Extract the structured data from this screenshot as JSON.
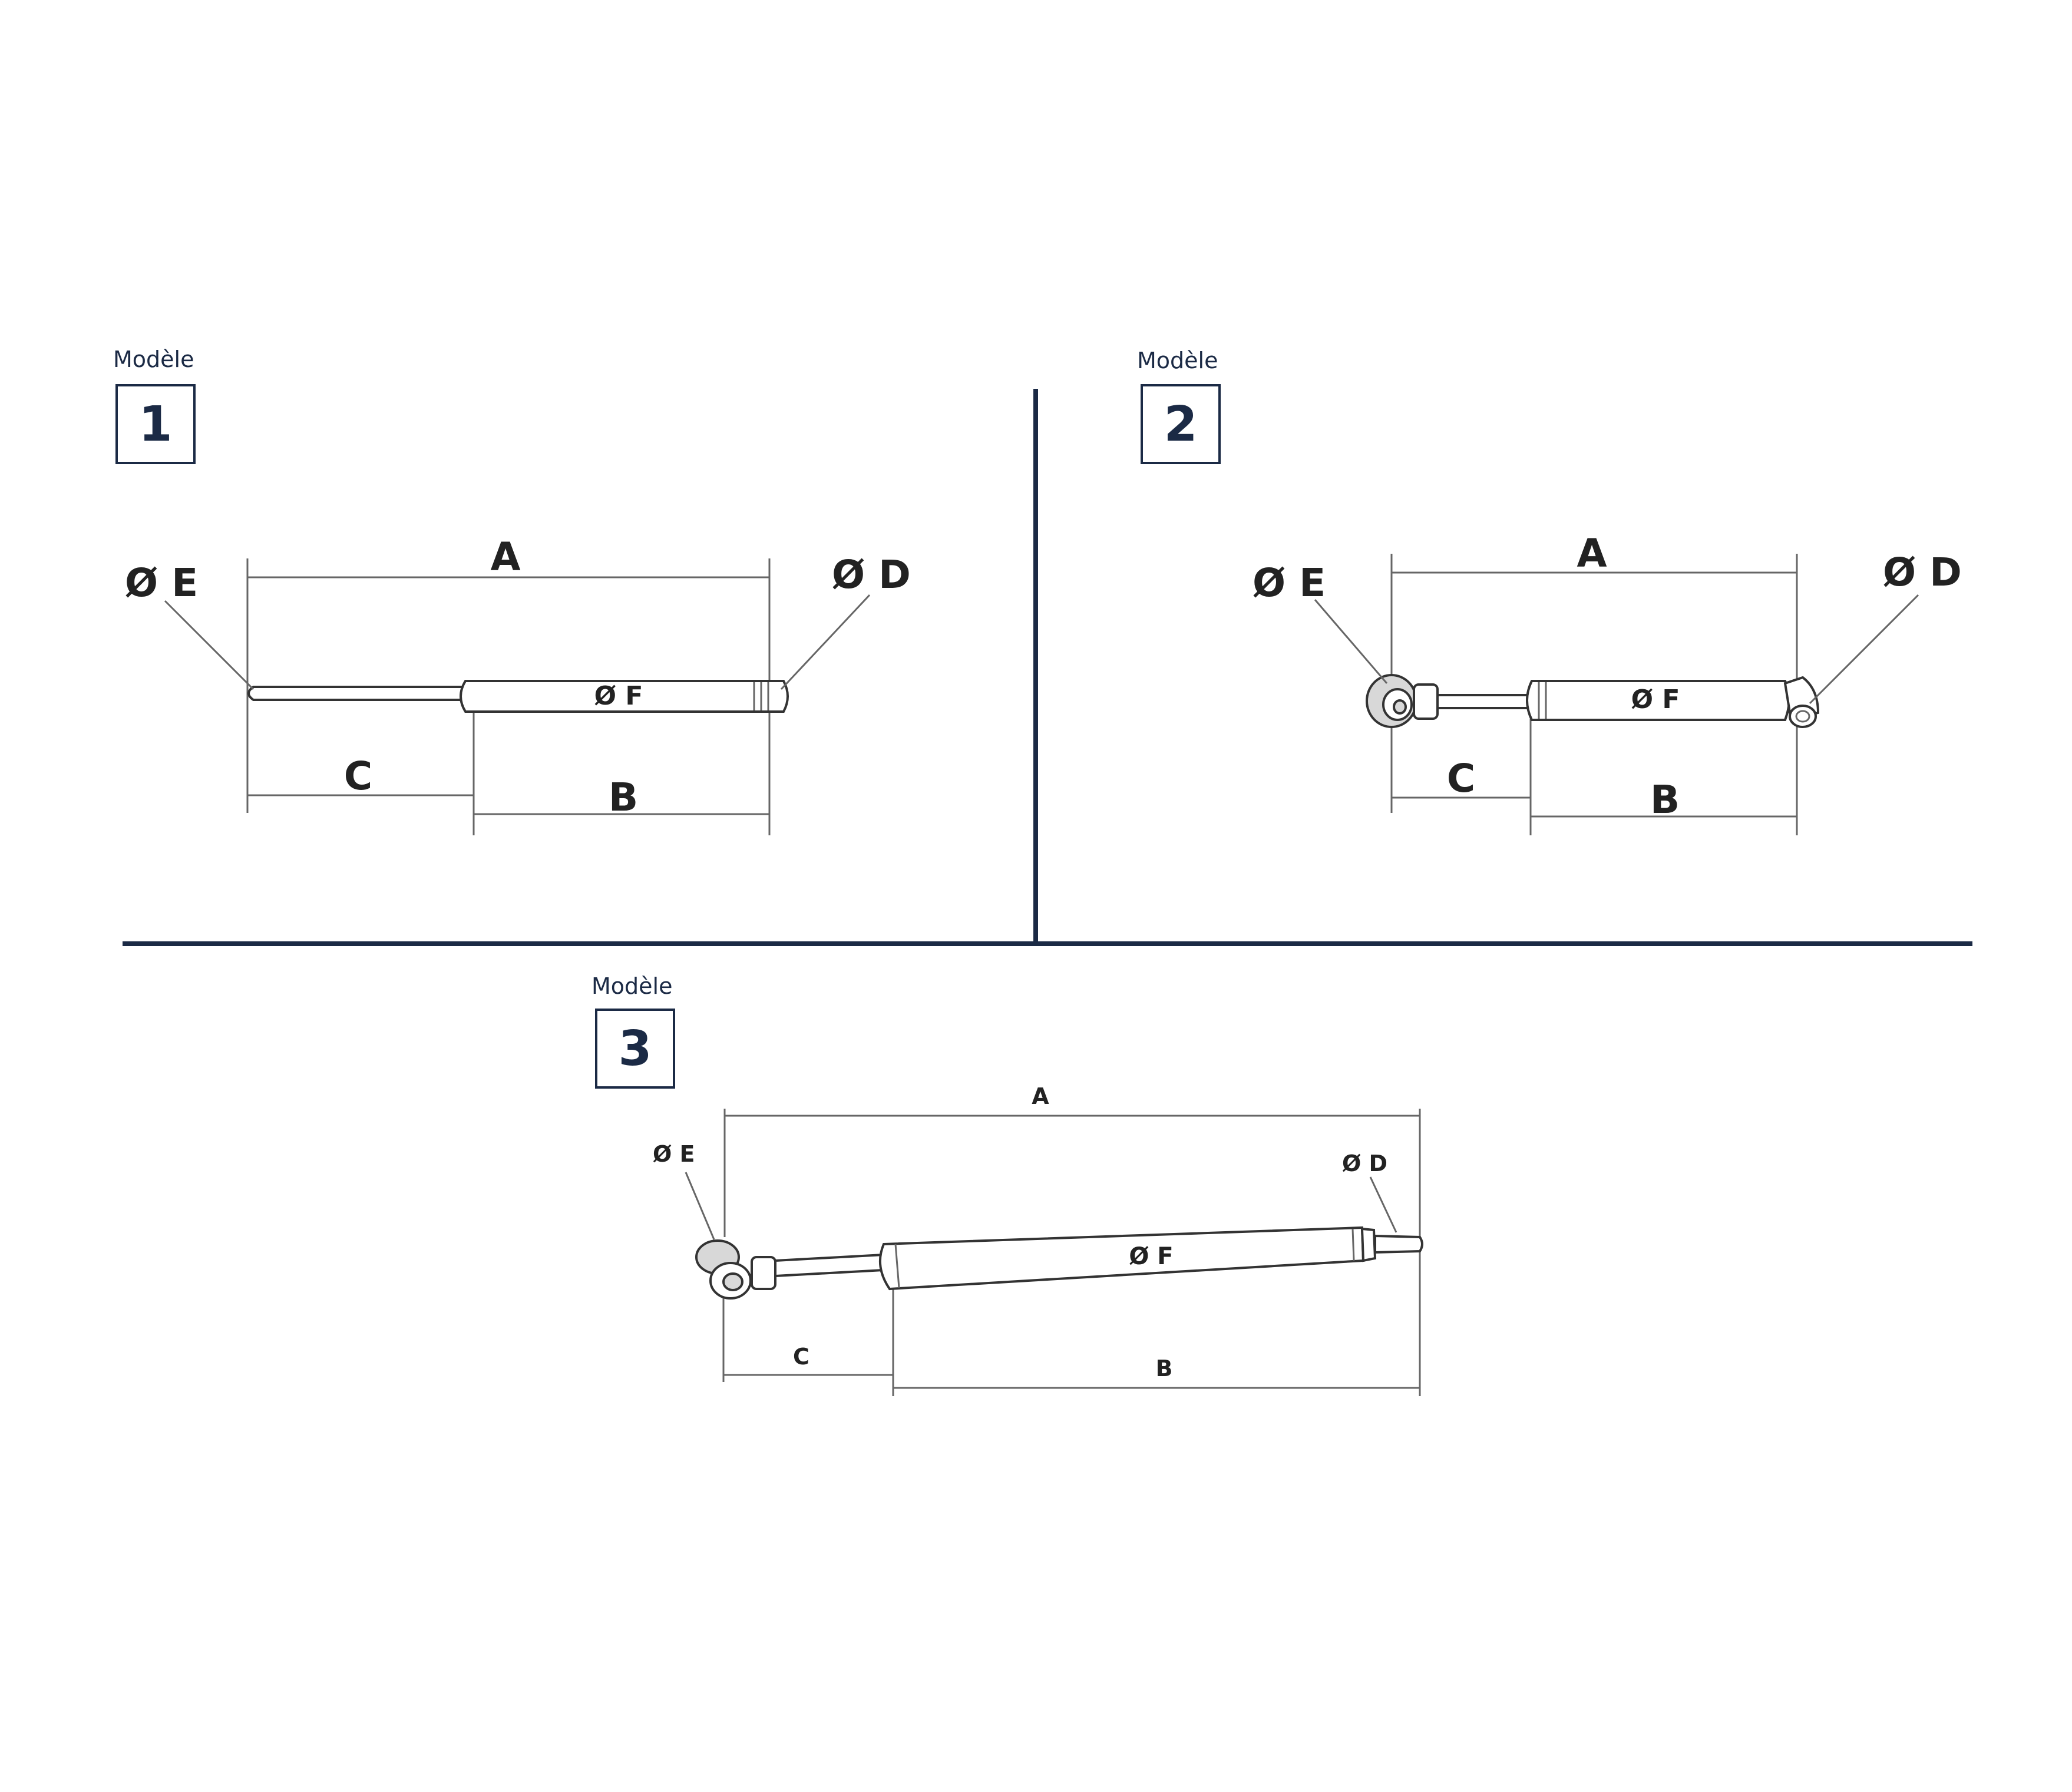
{
  "models": [
    {
      "caption": "Modèle",
      "number": "1",
      "labels": {
        "A": "A",
        "B": "B",
        "C": "C",
        "D": "Ø D",
        "E": "Ø E",
        "F": "Ø F"
      }
    },
    {
      "caption": "Modèle",
      "number": "2",
      "labels": {
        "A": "A",
        "B": "B",
        "C": "C",
        "D": "Ø D",
        "E": "Ø E",
        "F": "Ø F"
      }
    },
    {
      "caption": "Modèle",
      "number": "3",
      "labels": {
        "A": "A",
        "B": "B",
        "C": "C",
        "D": "Ø D",
        "E": "Ø E",
        "F": "Ø F"
      }
    }
  ],
  "colors": {
    "navy": "#1b2a45",
    "line": "#666666"
  }
}
